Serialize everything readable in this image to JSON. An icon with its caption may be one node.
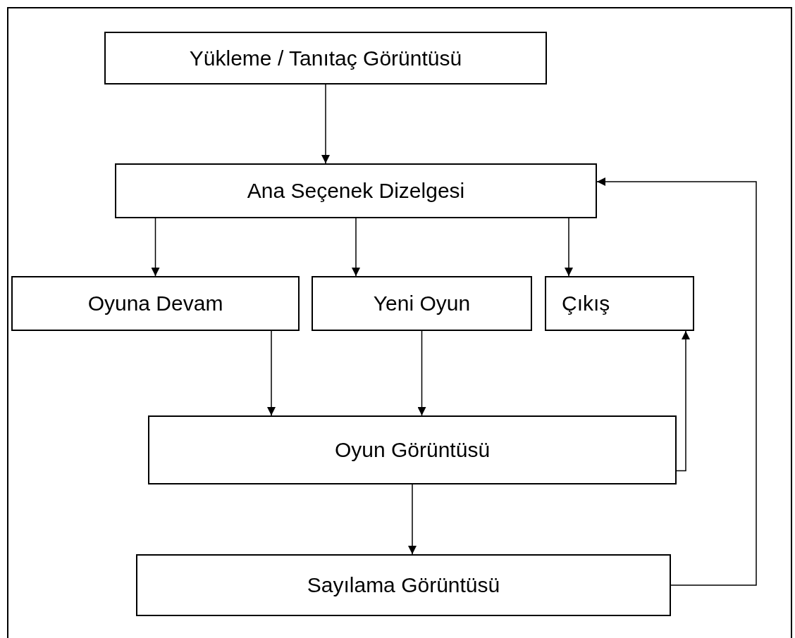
{
  "diagram": {
    "nodes": [
      {
        "text": [
          "Yükleme / Tanıtaç Görüntüsü"
        ]
      },
      {
        "text": [
          "Ana Seçenek Dizelgesi"
        ]
      },
      {
        "text": [
          "Oyuna Devam"
        ]
      },
      {
        "text": [
          "Yeni Oyun"
        ]
      },
      {
        "text": [
          "Çıkış"
        ]
      },
      {
        "text": [
          "Oyun Görüntüsü"
        ]
      },
      {
        "text": [
          "Sayılama Görüntüsü"
        ]
      }
    ],
    "edges": [
      {
        "from": 0,
        "to": 1,
        "arrow": "to"
      },
      {
        "from": 1,
        "to": 2,
        "arrow": "to"
      },
      {
        "from": 1,
        "to": 3,
        "arrow": "to"
      },
      {
        "from": 1,
        "to": 4,
        "arrow": "to"
      },
      {
        "from": 2,
        "to": 5,
        "arrow": "to"
      },
      {
        "from": 3,
        "to": 5,
        "arrow": "to"
      },
      {
        "from": 5,
        "to": 4,
        "arrow": "to"
      },
      {
        "from": 5,
        "to": 6,
        "arrow": "to"
      },
      {
        "from": 6,
        "to": 1,
        "arrow": "to"
      }
    ]
  }
}
